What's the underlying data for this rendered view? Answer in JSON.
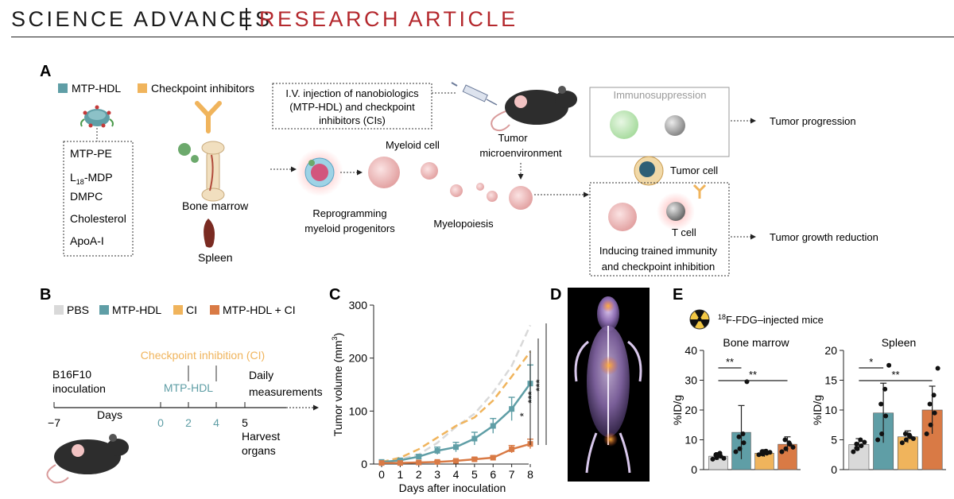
{
  "header": {
    "journal": "SCIENCE ADVANCES",
    "article_type": "RESEARCH ARTICLE"
  },
  "colors": {
    "pbs": "#d9d9d9",
    "mtp": "#5f9ea6",
    "ci": "#f0b45c",
    "combo": "#d97a45",
    "accent": "#b4282d"
  },
  "panelA": {
    "label": "A",
    "legend_mtp": "MTP-HDL",
    "legend_ci": "Checkpoint inhibitors",
    "components": [
      "MTP-PE",
      "L",
      "18",
      "-MDP",
      "DMPC",
      "Cholesterol",
      "ApoA-I"
    ],
    "bone_marrow": "Bone marrow",
    "spleen": "Spleen",
    "injection": [
      "I.V. injection of nanobiologics",
      "(MTP-HDL) and checkpoint",
      "inhibitors (CIs)"
    ],
    "myeloid_cell": "Myeloid cell",
    "reprogramming": [
      "Reprogramming",
      "myeloid progenitors"
    ],
    "myelopoiesis": "Myelopoiesis",
    "tumor_micro": [
      "Tumor",
      "microenvironment"
    ],
    "immunosuppression": "Immunosuppression",
    "tumor_cell": "Tumor cell",
    "t_cell": "T cell",
    "inducing": [
      "Inducing trained immunity",
      "and checkpoint inhibition"
    ],
    "tumor_progression": "Tumor progression",
    "tumor_growth_reduction": "Tumor growth reduction"
  },
  "panelB": {
    "label": "B",
    "legend": [
      "PBS",
      "MTP-HDL",
      "CI",
      "MTP-HDL + CI"
    ],
    "checkpoint": "Checkpoint inhibition (CI)",
    "mtp_hdl": "MTP-HDL",
    "b16": [
      "B16F10",
      "inoculation"
    ],
    "daily": [
      "Daily",
      "measurements"
    ],
    "days": "Days",
    "ticks": [
      "−7",
      "0",
      "2",
      "4",
      "5"
    ],
    "harvest": [
      "Harvest",
      "organs"
    ]
  },
  "panelC": {
    "label": "C",
    "sig": [
      "***",
      "***",
      "*"
    ]
  },
  "panelD": {
    "label": "D"
  },
  "panelE": {
    "label": "E",
    "fdg": "F-FDG–injected mice",
    "fdg_sup": "18"
  },
  "chart_data": [
    {
      "type": "line",
      "xlabel": "Days after inoculation",
      "ylabel": "Tumor volume (mm",
      "ylabel_sup": "3",
      "ylabel_close": ")",
      "x": [
        0,
        1,
        2,
        3,
        4,
        5,
        6,
        7,
        8
      ],
      "xlim": [
        0,
        8
      ],
      "ylim": [
        0,
        300
      ],
      "yticks": [
        0,
        100,
        200,
        300
      ],
      "series": [
        {
          "name": "PBS",
          "style": "dashed",
          "values": [
            4,
            9,
            18,
            40,
            70,
            95,
            135,
            185,
            262
          ]
        },
        {
          "name": "CI",
          "style": "dashed",
          "values": [
            4,
            12,
            28,
            50,
            72,
            88,
            120,
            165,
            212
          ]
        },
        {
          "name": "MTP-HDL",
          "style": "solid",
          "values": [
            4,
            7,
            14,
            25,
            32,
            48,
            72,
            104,
            152
          ],
          "err": [
            0,
            2,
            4,
            7,
            9,
            12,
            14,
            22,
            35
          ]
        },
        {
          "name": "MTP-HDL + CI",
          "style": "solid",
          "values": [
            2,
            2,
            3,
            4,
            6,
            9,
            12,
            28,
            38
          ],
          "err": [
            0,
            1,
            1,
            2,
            2,
            3,
            3,
            7,
            9
          ]
        }
      ]
    },
    {
      "type": "bar",
      "title": "Bone marrow",
      "ylabel": "%ID/g",
      "categories": [
        "PBS",
        "MTP-HDL",
        "CI",
        "MTP-HDL + CI"
      ],
      "values": [
        4.5,
        12.5,
        5.5,
        8.5
      ],
      "err": [
        1.2,
        9,
        1.2,
        2.5
      ],
      "ylim": [
        0,
        40
      ],
      "yticks": [
        0,
        10,
        20,
        30,
        40
      ],
      "points": [
        [
          3.5,
          4,
          4.5,
          5,
          5.5,
          3.8,
          4.8
        ],
        [
          6,
          7,
          9,
          11,
          12,
          29.5
        ],
        [
          5,
          5.2,
          5.5,
          6,
          6.2,
          5.8
        ],
        [
          6,
          7,
          8.5,
          10,
          9,
          7.5
        ]
      ],
      "sig": [
        {
          "pair": [
            0,
            1
          ],
          "label": "**"
        },
        {
          "pair": [
            0,
            3
          ],
          "label": "**"
        }
      ]
    },
    {
      "type": "bar",
      "title": "Spleen",
      "ylabel": "%ID/g",
      "categories": [
        "PBS",
        "MTP-HDL",
        "CI",
        "MTP-HDL + CI"
      ],
      "values": [
        4.2,
        9.5,
        5.5,
        10
      ],
      "err": [
        1.0,
        5,
        1.0,
        4
      ],
      "ylim": [
        0,
        20
      ],
      "yticks": [
        0,
        5,
        10,
        15,
        20
      ],
      "points": [
        [
          3,
          3.5,
          4,
          4.3,
          5,
          4.6,
          3.6
        ],
        [
          5,
          6,
          9,
          11,
          13.5,
          17.5
        ],
        [
          4.5,
          5,
          5.5,
          6,
          5.8,
          5.2
        ],
        [
          6,
          7.5,
          9.5,
          11,
          12.5,
          17
        ]
      ],
      "sig": [
        {
          "pair": [
            0,
            1
          ],
          "label": "*"
        },
        {
          "pair": [
            0,
            3
          ],
          "label": "**"
        }
      ]
    }
  ]
}
